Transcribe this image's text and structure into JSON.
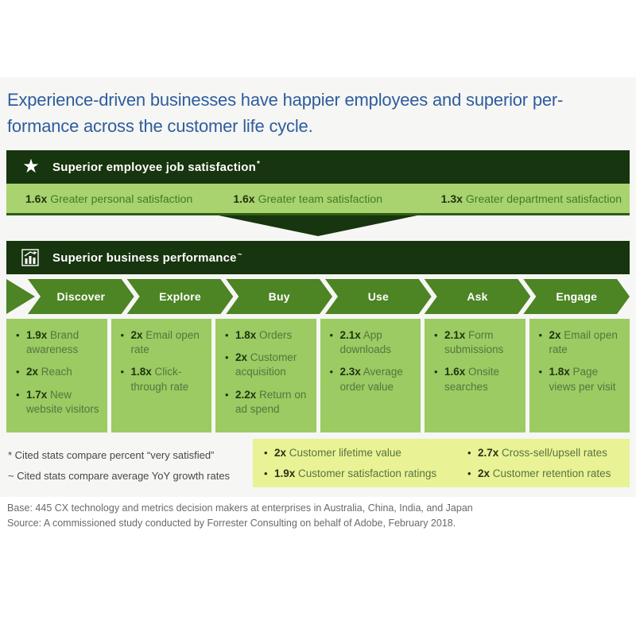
{
  "colors": {
    "title_blue": "#2e5d9e",
    "dark_green": "#17350e",
    "medium_green": "#4d8424",
    "light_green": "#a9d36e",
    "column_green": "#9bcb62",
    "highlight_yellow": "#e9f295"
  },
  "title": {
    "line1": "Experience-driven businesses have happier employees and superior per-",
    "line2": "formance across the customer life cycle."
  },
  "employee_section": {
    "icon": "star-icon",
    "heading": "Superior employee job satisfaction",
    "heading_mark": "*",
    "stats": [
      {
        "value": "1.6x",
        "label": "Greater personal satisfaction"
      },
      {
        "value": "1.6x",
        "label": "Greater team satisfaction"
      },
      {
        "value": "1.3x",
        "label": "Greater department satisfaction"
      }
    ]
  },
  "business_section": {
    "icon": "bar-chart-icon",
    "heading": "Superior business performance",
    "heading_mark": "~"
  },
  "journey": {
    "stages": [
      {
        "label": "Discover",
        "stats": [
          {
            "value": "1.9x",
            "label": "Brand awareness"
          },
          {
            "value": "2x",
            "label": "Reach"
          },
          {
            "value": "1.7x",
            "label": "New website visitors"
          }
        ]
      },
      {
        "label": "Explore",
        "stats": [
          {
            "value": "2x",
            "label": "Email open rate"
          },
          {
            "value": "1.8x",
            "label": "Click-through rate"
          }
        ]
      },
      {
        "label": "Buy",
        "stats": [
          {
            "value": "1.8x",
            "label": "Orders"
          },
          {
            "value": "2x",
            "label": "Customer acquisition"
          },
          {
            "value": "2.2x",
            "label": "Return on ad spend"
          }
        ]
      },
      {
        "label": "Use",
        "stats": [
          {
            "value": "2.1x",
            "label": "App downloads"
          },
          {
            "value": "2.3x",
            "label": "Average order value"
          }
        ]
      },
      {
        "label": "Ask",
        "stats": [
          {
            "value": "2.1x",
            "label": "Form submissions"
          },
          {
            "value": "1.6x",
            "label": "Onsite searches"
          }
        ]
      },
      {
        "label": "Engage",
        "stats": [
          {
            "value": "2x",
            "label": "Email open rate"
          },
          {
            "value": "1.8x",
            "label": "Page views per visit"
          }
        ]
      }
    ]
  },
  "footnotes": {
    "line1": "* Cited stats compare percent “very satisfied”",
    "line2": "~ Cited stats compare average YoY growth rates"
  },
  "summary_box": {
    "items": [
      {
        "value": "2x",
        "label": "Customer lifetime value"
      },
      {
        "value": "1.9x",
        "label": "Customer satisfaction ratings"
      },
      {
        "value": "2.7x",
        "label": "Cross-sell/upsell rates"
      },
      {
        "value": "2x",
        "label": "Customer retention rates"
      }
    ]
  },
  "footer": {
    "base": "Base: 445 CX technology and metrics decision makers at enterprises in Australia, China, India, and Japan",
    "source": "Source: A commissioned study conducted by Forrester Consulting on behalf of Adobe, February 2018."
  }
}
